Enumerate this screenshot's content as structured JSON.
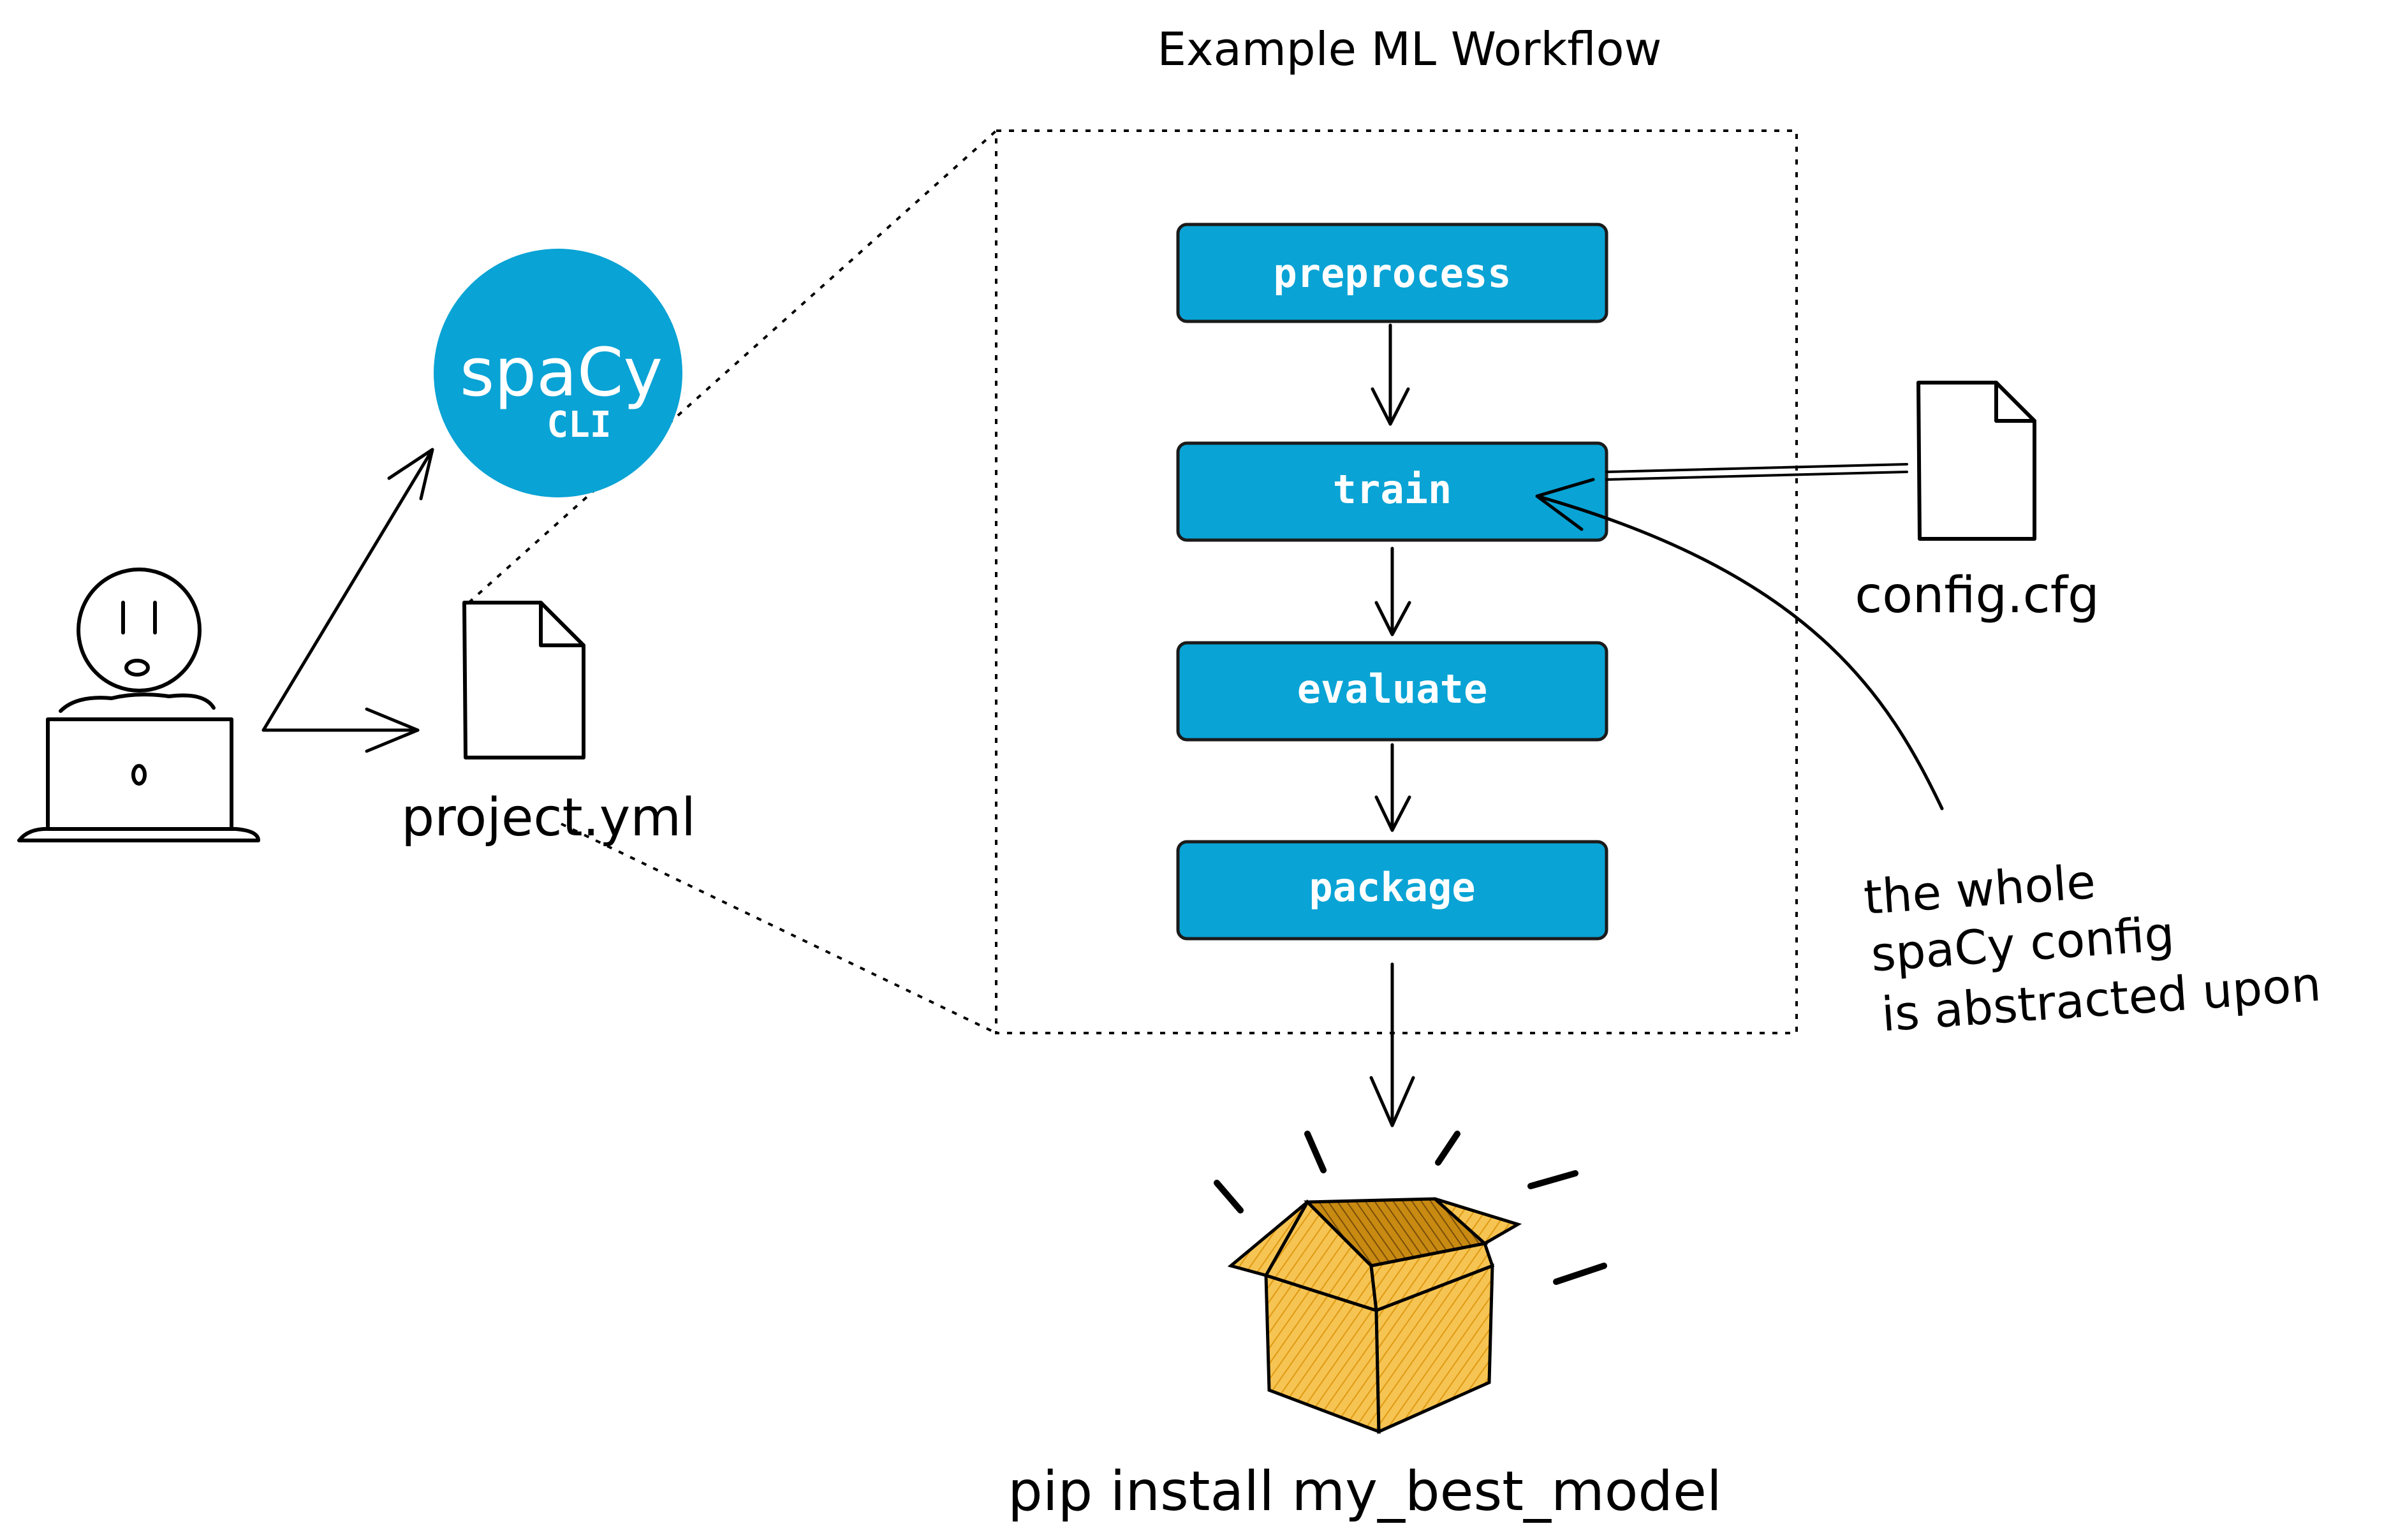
{
  "title": "Example ML Workflow",
  "logo": {
    "wordmark": "spaCy",
    "subtitle": "CLI",
    "color": "#09a3d5"
  },
  "project_file": {
    "label": "project.yml",
    "icon": "document-icon"
  },
  "steps": [
    {
      "label": "preprocess"
    },
    {
      "label": "train"
    },
    {
      "label": "evaluate"
    },
    {
      "label": "package"
    }
  ],
  "config_file": {
    "label": "config.cfg",
    "icon": "document-icon"
  },
  "annotation": {
    "lines": [
      "the whole",
      "spaCy config",
      "is abstracted upon"
    ]
  },
  "output": {
    "caption": "pip install my_best_model",
    "icon": "open-box-icon",
    "box_color": "#f0b429"
  },
  "colors": {
    "step_fill": "#09a3d5",
    "step_border": "#1b1b1b",
    "ink": "#000000"
  }
}
